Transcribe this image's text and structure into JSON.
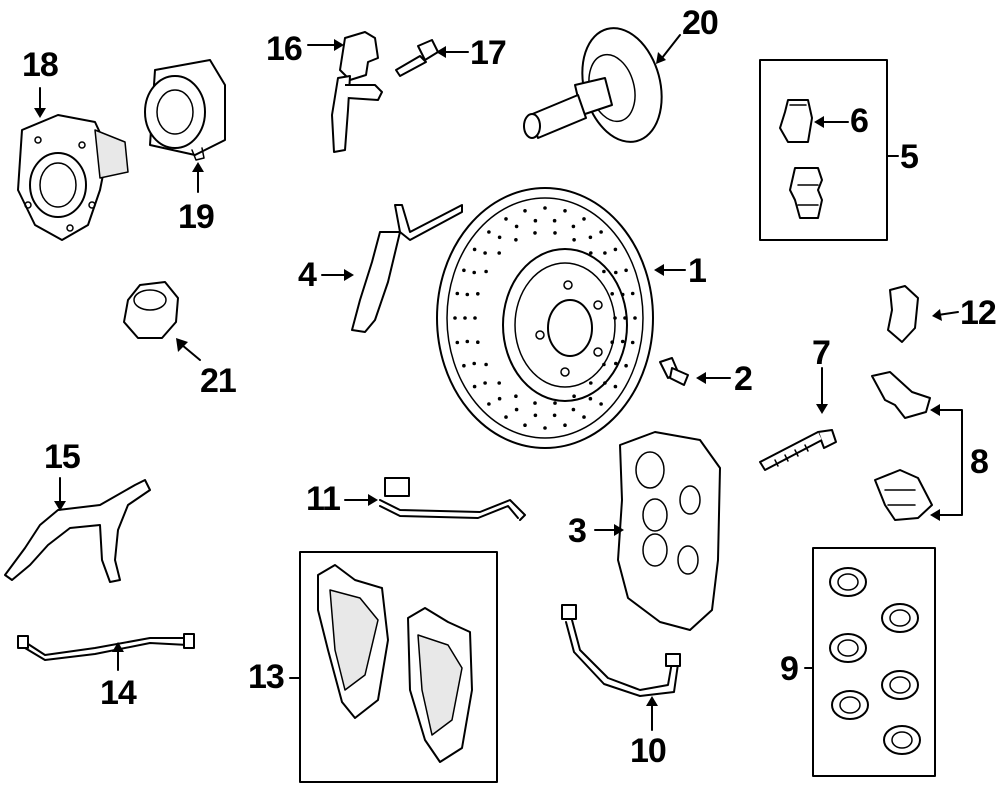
{
  "colors": {
    "line": "#000000",
    "background": "#ffffff",
    "shade": "#e8e8e8"
  },
  "callouts": {
    "c1": "1",
    "c2": "2",
    "c3": "3",
    "c4": "4",
    "c5": "5",
    "c6": "6",
    "c7": "7",
    "c8": "8",
    "c9": "9",
    "c10": "10",
    "c11": "11",
    "c12": "12",
    "c13": "13",
    "c14": "14",
    "c15": "15",
    "c16": "16",
    "c17": "17",
    "c18": "18",
    "c19": "19",
    "c20": "20",
    "c21": "21"
  }
}
